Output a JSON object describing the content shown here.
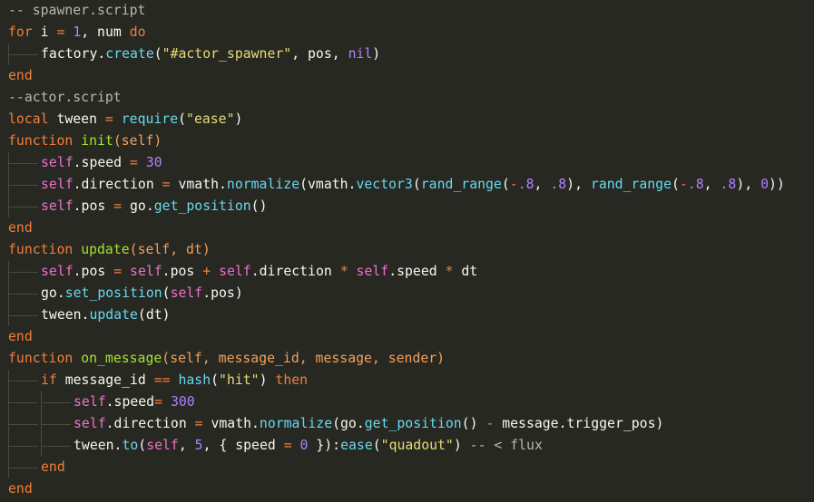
{
  "colors": {
    "background": "#272822",
    "comment": "#b8b8b0",
    "keyword": "#f47e39",
    "number": "#ae81ff",
    "string": "#e6db74",
    "function": "#a6e22e",
    "method": "#66d9ef",
    "self": "#f070d0",
    "param": "#f49f5c",
    "plain": "#f8f8f2"
  },
  "lines": [
    {
      "indent": 0,
      "tokens": [
        [
          "comment",
          "-- spawner.script"
        ]
      ]
    },
    {
      "indent": 0,
      "tokens": [
        [
          "keyword",
          "for"
        ],
        [
          "plain",
          " i "
        ],
        [
          "op",
          "="
        ],
        [
          "plain",
          " "
        ],
        [
          "number",
          "1"
        ],
        [
          "plain",
          ", num "
        ],
        [
          "keyword",
          "do"
        ]
      ]
    },
    {
      "indent": 1,
      "tokens": [
        [
          "plain",
          "factory."
        ],
        [
          "method",
          "create"
        ],
        [
          "plain",
          "("
        ],
        [
          "string",
          "\"#actor_spawner\""
        ],
        [
          "plain",
          ", pos, "
        ],
        [
          "number",
          "nil"
        ],
        [
          "plain",
          ")"
        ]
      ]
    },
    {
      "indent": 0,
      "tokens": [
        [
          "keyword",
          "end"
        ]
      ]
    },
    {
      "indent": 0,
      "tokens": [
        [
          "comment",
          "--actor.script"
        ]
      ]
    },
    {
      "indent": 0,
      "tokens": [
        [
          "keyword",
          "local"
        ],
        [
          "plain",
          " tween "
        ],
        [
          "op",
          "="
        ],
        [
          "plain",
          " "
        ],
        [
          "builtin",
          "require"
        ],
        [
          "plain",
          "("
        ],
        [
          "string",
          "\"ease\""
        ],
        [
          "plain",
          ")"
        ]
      ]
    },
    {
      "indent": 0,
      "tokens": [
        [
          "keyword",
          "function"
        ],
        [
          "plain",
          " "
        ],
        [
          "func",
          "init"
        ],
        [
          "param",
          "("
        ],
        [
          "param",
          "self"
        ],
        [
          "param",
          ")"
        ]
      ]
    },
    {
      "indent": 1,
      "tokens": [
        [
          "self",
          "self"
        ],
        [
          "plain",
          ".speed "
        ],
        [
          "op",
          "="
        ],
        [
          "plain",
          " "
        ],
        [
          "number",
          "30"
        ]
      ]
    },
    {
      "indent": 1,
      "tokens": [
        [
          "self",
          "self"
        ],
        [
          "plain",
          ".direction "
        ],
        [
          "op",
          "="
        ],
        [
          "plain",
          " vmath."
        ],
        [
          "method",
          "normalize"
        ],
        [
          "plain",
          "(vmath."
        ],
        [
          "method",
          "vector3"
        ],
        [
          "plain",
          "("
        ],
        [
          "method",
          "rand_range"
        ],
        [
          "plain",
          "("
        ],
        [
          "op",
          "-"
        ],
        [
          "number",
          ".8"
        ],
        [
          "plain",
          ", "
        ],
        [
          "number",
          ".8"
        ],
        [
          "plain",
          "), "
        ],
        [
          "method",
          "rand_range"
        ],
        [
          "plain",
          "("
        ],
        [
          "op",
          "-"
        ],
        [
          "number",
          ".8"
        ],
        [
          "plain",
          ", "
        ],
        [
          "number",
          ".8"
        ],
        [
          "plain",
          "), "
        ],
        [
          "number",
          "0"
        ],
        [
          "plain",
          "))"
        ]
      ]
    },
    {
      "indent": 1,
      "tokens": [
        [
          "self",
          "self"
        ],
        [
          "plain",
          ".pos "
        ],
        [
          "op",
          "="
        ],
        [
          "plain",
          " go."
        ],
        [
          "method",
          "get_position"
        ],
        [
          "plain",
          "()"
        ]
      ]
    },
    {
      "indent": 0,
      "tokens": [
        [
          "keyword",
          "end"
        ]
      ]
    },
    {
      "indent": 0,
      "tokens": [
        [
          "keyword",
          "function"
        ],
        [
          "plain",
          " "
        ],
        [
          "func",
          "update"
        ],
        [
          "param",
          "(self, dt)"
        ]
      ]
    },
    {
      "indent": 1,
      "tokens": [
        [
          "self",
          "self"
        ],
        [
          "plain",
          ".pos "
        ],
        [
          "op",
          "="
        ],
        [
          "plain",
          " "
        ],
        [
          "self",
          "self"
        ],
        [
          "plain",
          ".pos "
        ],
        [
          "op",
          "+"
        ],
        [
          "plain",
          " "
        ],
        [
          "self",
          "self"
        ],
        [
          "plain",
          ".direction "
        ],
        [
          "op",
          "*"
        ],
        [
          "plain",
          " "
        ],
        [
          "self",
          "self"
        ],
        [
          "plain",
          ".speed "
        ],
        [
          "op",
          "*"
        ],
        [
          "plain",
          " dt"
        ]
      ]
    },
    {
      "indent": 1,
      "tokens": [
        [
          "plain",
          "go."
        ],
        [
          "method",
          "set_position"
        ],
        [
          "plain",
          "("
        ],
        [
          "self",
          "self"
        ],
        [
          "plain",
          ".pos)"
        ]
      ]
    },
    {
      "indent": 1,
      "tokens": [
        [
          "plain",
          "tween."
        ],
        [
          "method",
          "update"
        ],
        [
          "plain",
          "(dt)"
        ]
      ]
    },
    {
      "indent": 0,
      "tokens": [
        [
          "keyword",
          "end"
        ]
      ]
    },
    {
      "indent": 0,
      "tokens": [
        [
          "keyword",
          "function"
        ],
        [
          "plain",
          " "
        ],
        [
          "func",
          "on_message"
        ],
        [
          "param",
          "(self, message_id, message, sender)"
        ]
      ]
    },
    {
      "indent": 1,
      "tokens": [
        [
          "keyword",
          "if"
        ],
        [
          "plain",
          " message_id "
        ],
        [
          "op",
          "=="
        ],
        [
          "plain",
          " "
        ],
        [
          "builtin",
          "hash"
        ],
        [
          "plain",
          "("
        ],
        [
          "string",
          "\"hit\""
        ],
        [
          "plain",
          ") "
        ],
        [
          "keyword",
          "then"
        ]
      ]
    },
    {
      "indent": 2,
      "tokens": [
        [
          "self",
          "self"
        ],
        [
          "plain",
          ".speed"
        ],
        [
          "op",
          "="
        ],
        [
          "plain",
          " "
        ],
        [
          "number",
          "300"
        ]
      ]
    },
    {
      "indent": 2,
      "tokens": [
        [
          "self",
          "self"
        ],
        [
          "plain",
          ".direction "
        ],
        [
          "op",
          "="
        ],
        [
          "plain",
          " vmath."
        ],
        [
          "method",
          "normalize"
        ],
        [
          "plain",
          "(go."
        ],
        [
          "method",
          "get_position"
        ],
        [
          "plain",
          "() "
        ],
        [
          "op",
          "-"
        ],
        [
          "plain",
          " message.trigger_pos)"
        ]
      ]
    },
    {
      "indent": 2,
      "tokens": [
        [
          "plain",
          "tween."
        ],
        [
          "method",
          "to"
        ],
        [
          "plain",
          "("
        ],
        [
          "self",
          "self"
        ],
        [
          "plain",
          ", "
        ],
        [
          "number",
          "5"
        ],
        [
          "plain",
          ", { speed "
        ],
        [
          "op",
          "="
        ],
        [
          "plain",
          " "
        ],
        [
          "number",
          "0"
        ],
        [
          "plain",
          " }):"
        ],
        [
          "method",
          "ease"
        ],
        [
          "plain",
          "("
        ],
        [
          "string",
          "\"quadout\""
        ],
        [
          "plain",
          ") "
        ],
        [
          "comment",
          "-- < flux"
        ]
      ]
    },
    {
      "indent": 1,
      "tokens": [
        [
          "keyword",
          "end"
        ]
      ]
    },
    {
      "indent": 0,
      "tokens": [
        [
          "keyword",
          "end"
        ]
      ]
    }
  ]
}
